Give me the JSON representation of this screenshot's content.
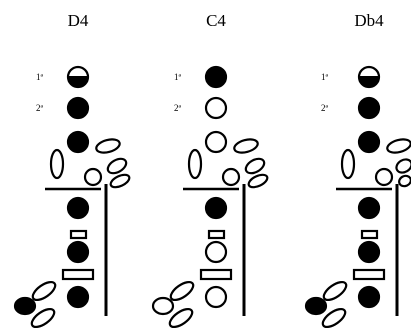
{
  "fingerings": [
    {
      "note": "D4",
      "register_labels": [
        "1ª",
        "2ª"
      ],
      "keys": {
        "register": "half",
        "upper1": "closed",
        "upper2": "closed",
        "lower1": "closed",
        "lower2": "closed",
        "lower3": "closed",
        "bottom_cluster": "closed"
      }
    },
    {
      "note": "C4",
      "register_labels": [
        "1ª",
        "2ª"
      ],
      "keys": {
        "register": "closed",
        "upper1": "open",
        "upper2": "open",
        "lower1": "closed",
        "lower2": "open",
        "lower3": "open",
        "bottom_cluster": "open"
      }
    },
    {
      "note": "Db4",
      "register_labels": [
        "1ª",
        "2ª"
      ],
      "keys": {
        "register": "half",
        "upper1": "closed",
        "upper2": "closed",
        "lower1": "closed",
        "lower2": "closed",
        "lower3": "closed",
        "bottom_cluster": "closed"
      }
    }
  ]
}
